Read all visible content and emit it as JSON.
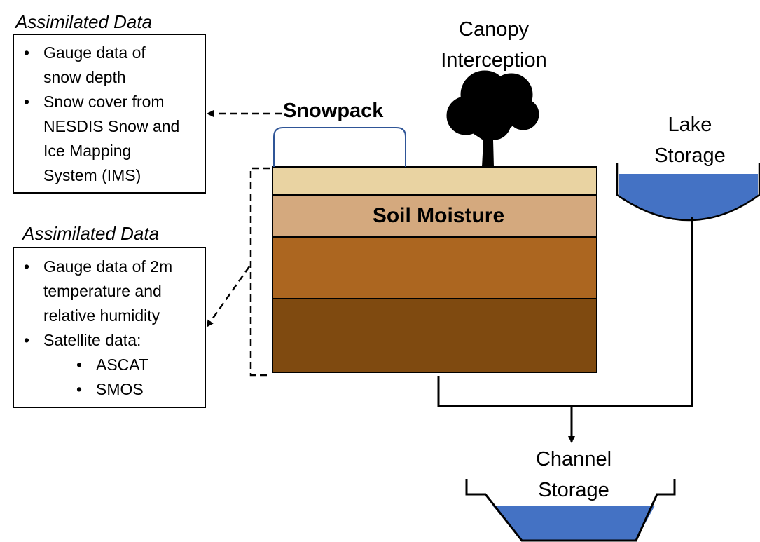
{
  "assimilated_top": {
    "heading": "Assimilated Data",
    "items": [
      "Gauge data of",
      "snow depth",
      "Snow cover from",
      "NESDIS Snow and",
      "Ice Mapping",
      "System (IMS)"
    ]
  },
  "assimilated_bottom": {
    "heading": "Assimilated Data",
    "items": [
      "Gauge data of 2m",
      "temperature and",
      "relative humidity",
      "Satellite data:",
      "ASCAT",
      "SMOS"
    ]
  },
  "labels": {
    "snowpack": "Snowpack",
    "canopy_line1": "Canopy",
    "canopy_line2": "Interception",
    "lake_line1": "Lake",
    "lake_line2": "Storage",
    "soil_moisture": "Soil Moisture",
    "channel_line1": "Channel",
    "channel_line2": "Storage"
  },
  "colors": {
    "soil_layer_1": "#e9d3a2",
    "soil_layer_2": "#d4a97e",
    "soil_layer_3": "#ac6620",
    "soil_layer_4": "#7f4a10",
    "water": "#4472c4",
    "snowpack_outline": "#2f5597"
  }
}
